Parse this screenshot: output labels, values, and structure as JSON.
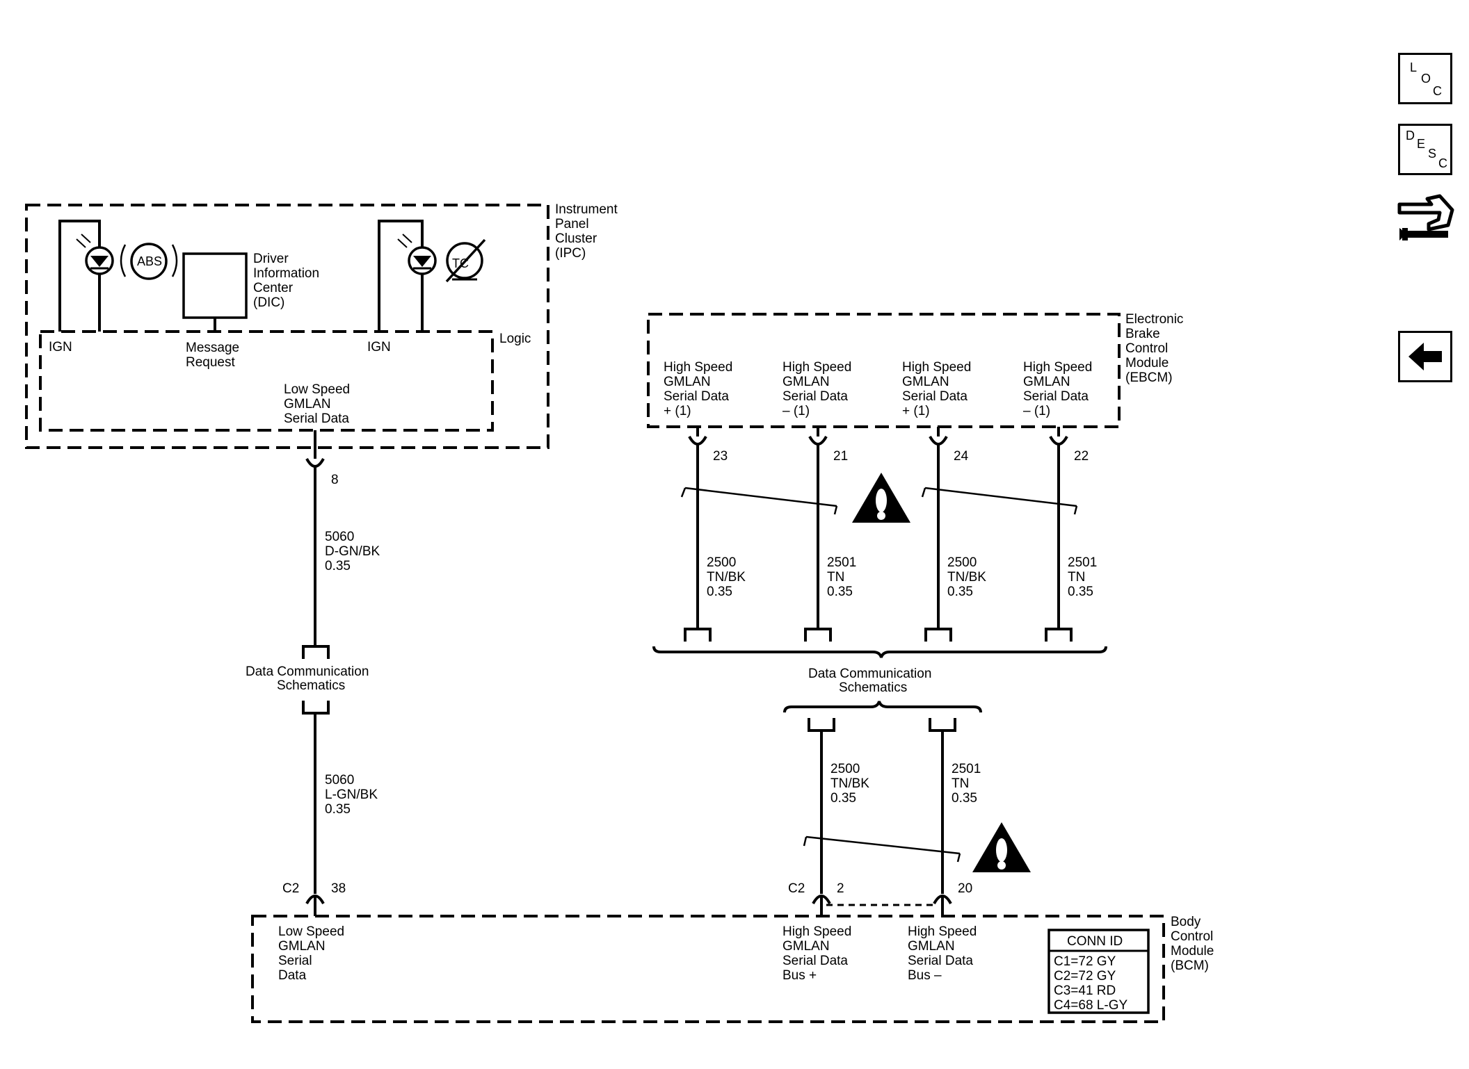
{
  "ipc": {
    "name": [
      "Instrument",
      "Panel",
      "Cluster",
      "(IPC)"
    ],
    "abs_label": "ABS",
    "tc_label": "TC",
    "dic_label": [
      "Driver",
      "Information",
      "Center",
      "(DIC)"
    ],
    "logic_label": "Logic",
    "ign_left": "IGN",
    "ign_right": "IGN",
    "message_request": [
      "Message",
      "Request"
    ],
    "low_speed_data": [
      "Low Speed",
      "GMLAN",
      "Serial Data"
    ],
    "pin": "8"
  },
  "wire_ipc_upper": [
    "5060",
    "D-GN/BK",
    "0.35"
  ],
  "wire_ipc_lower": [
    "5060",
    "L-GN/BK",
    "0.35"
  ],
  "dcs_left": [
    "Data Communication",
    "Schematics"
  ],
  "dcs_right": [
    "Data Communication",
    "Schematics"
  ],
  "ebcm": {
    "name": [
      "Electronic",
      "Brake",
      "Control",
      "Module",
      "(EBCM)"
    ],
    "pins": [
      {
        "label": [
          "High Speed",
          "GMLAN",
          "Serial Data",
          "+ (1)"
        ],
        "pin": "23",
        "wire": [
          "2500",
          "TN/BK",
          "0.35"
        ]
      },
      {
        "label": [
          "High Speed",
          "GMLAN",
          "Serial Data",
          "– (1)"
        ],
        "pin": "21",
        "wire": [
          "2501",
          "TN",
          "0.35"
        ]
      },
      {
        "label": [
          "High Speed",
          "GMLAN",
          "Serial Data",
          "+ (1)"
        ],
        "pin": "24",
        "wire": [
          "2500",
          "TN/BK",
          "0.35"
        ]
      },
      {
        "label": [
          "High Speed",
          "GMLAN",
          "Serial Data",
          "– (1)"
        ],
        "pin": "22",
        "wire": [
          "2501",
          "TN",
          "0.35"
        ]
      }
    ]
  },
  "bcm_wires": [
    [
      "2500",
      "TN/BK",
      "0.35"
    ],
    [
      "2501",
      "TN",
      "0.35"
    ]
  ],
  "bcm": {
    "name": [
      "Body",
      "Control",
      "Module",
      "(BCM)"
    ],
    "low_speed_label": [
      "Low Speed",
      "GMLAN",
      "Serial",
      "Data"
    ],
    "bus_plus_label": [
      "High Speed",
      "GMLAN",
      "Serial Data",
      "Bus +"
    ],
    "bus_minus_label": [
      "High Speed",
      "GMLAN",
      "Serial Data",
      "Bus –"
    ],
    "conn_left": "C2",
    "pin_left": "38",
    "conn_right": "C2",
    "pin_plus": "2",
    "pin_minus": "20",
    "conn_id_title": "CONN ID",
    "conn_id_rows": [
      "C1=72 GY",
      "C2=72 GY",
      "C3=41 RD",
      "C4=68 L-GY"
    ]
  },
  "nav": {
    "loc": [
      "L",
      "O",
      "C"
    ],
    "desc": [
      "D",
      "E",
      "S",
      "C"
    ]
  }
}
